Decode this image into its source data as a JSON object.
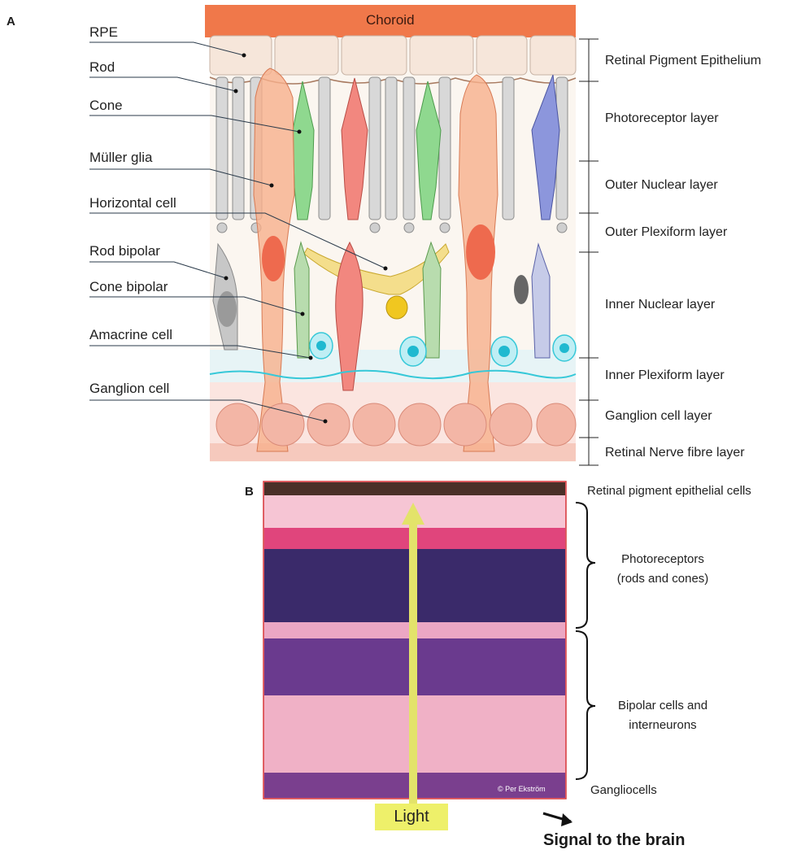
{
  "panelA": {
    "letter": "A",
    "choroid": "Choroid",
    "cellLabels": [
      {
        "id": "rpe",
        "text": "RPE"
      },
      {
        "id": "rod",
        "text": "Rod"
      },
      {
        "id": "cone",
        "text": "Cone"
      },
      {
        "id": "muller",
        "text": "Müller glia"
      },
      {
        "id": "horizontal",
        "text": "Horizontal cell"
      },
      {
        "id": "rodbipolar",
        "text": "Rod bipolar"
      },
      {
        "id": "conebipolar",
        "text": "Cone bipolar"
      },
      {
        "id": "amacrine",
        "text": "Amacrine cell"
      },
      {
        "id": "ganglion",
        "text": "Ganglion cell"
      }
    ],
    "layerLabels": [
      "Retinal Pigment Epithelium",
      "Photoreceptor layer",
      "Outer Nuclear layer",
      "Outer Plexiform layer",
      "Inner Nuclear layer",
      "Inner Plexiform layer",
      "Ganglion cell layer",
      "Retinal Nerve fibre layer"
    ]
  },
  "panelB": {
    "letter": "B",
    "rpeLabel": "Retinal pigment epithelial cells",
    "photoreceptorsLabel": [
      "Photoreceptors",
      "(rods and cones)"
    ],
    "bipolarLabel": [
      "Bipolar cells and",
      "interneurons"
    ],
    "gangliocellsLabel": "Gangliocells",
    "credit": "© Per Ekström",
    "light": "Light",
    "signal": "Signal to the brain"
  },
  "colors": {
    "choroid": "#f0784a",
    "rpe": "#f6e6da",
    "rod": "#bfbfbf",
    "coneGreen": "#8fd88f",
    "coneRed": "#f2877f",
    "coneBlue": "#8c96dc",
    "muller": "#f7b08c",
    "horizontal": "#f2d97a",
    "amacrine": "#36c8d8",
    "ganglion": "#f3b6a6",
    "histologyFrame": "#d73a3a",
    "lightArrow": "#e3e36a"
  }
}
